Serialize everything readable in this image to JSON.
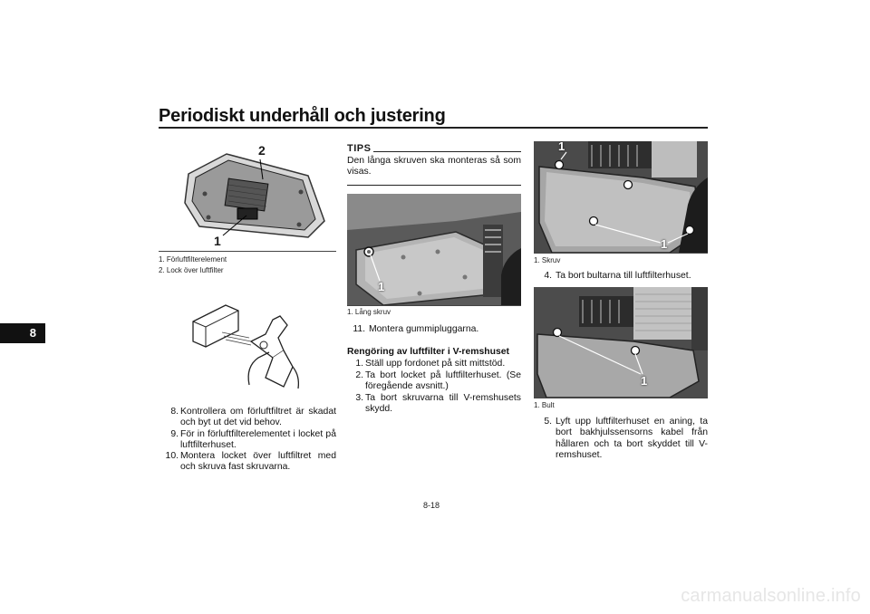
{
  "header": {
    "title": "Periodiskt underhåll och justering"
  },
  "side_tab": {
    "label": "8"
  },
  "figure1": {
    "callout_1": "1",
    "callout_2": "2",
    "captions": [
      "1. Förluftfilterelement",
      "2. Lock över luftfilter"
    ]
  },
  "steps_left": [
    {
      "num": "8.",
      "text": "Kontrollera om förluftfiltret är skadat och byt ut det vid behov."
    },
    {
      "num": "9.",
      "text": "För in förluftfilterelementet i locket på luftfilterhuset."
    },
    {
      "num": "10.",
      "text": "Montera locket över luftfiltret med och skruva fast skruvarna."
    }
  ],
  "tips": {
    "heading": "TIPS",
    "text": "Den långa skruven ska monteras så som visas."
  },
  "figure_mid": {
    "callout": "1",
    "caption": "1. Lång skruv"
  },
  "step_11": {
    "num": "11.",
    "text": "Montera gummipluggarna."
  },
  "section": {
    "heading": "Rengöring av luftfilter i V-remshuset",
    "steps": [
      {
        "num": "1.",
        "text": "Ställ upp fordonet på sitt mittstöd."
      },
      {
        "num": "2.",
        "text": "Ta bort locket på luftfilterhuset. (Se föregående avsnitt.)"
      },
      {
        "num": "3.",
        "text": "Ta bort skruvarna till V-remshusets skydd."
      }
    ]
  },
  "figure_right_top": {
    "callout_a": "1",
    "callout_b": "1",
    "caption": "1. Skruv"
  },
  "step_4": {
    "num": "4.",
    "text": "Ta bort bultarna till luftfilterhuset."
  },
  "figure_right_bottom": {
    "callout": "1",
    "caption": "1. Bult"
  },
  "step_5": {
    "num": "5.",
    "text": "Lyft upp luftfilterhuset en aning, ta bort bakhjulssensorns kabel från hållaren och ta bort skyddet till V-remshuset."
  },
  "footer": {
    "page_number": "8-18"
  },
  "watermark": {
    "text": "carmanualsonline.info"
  }
}
